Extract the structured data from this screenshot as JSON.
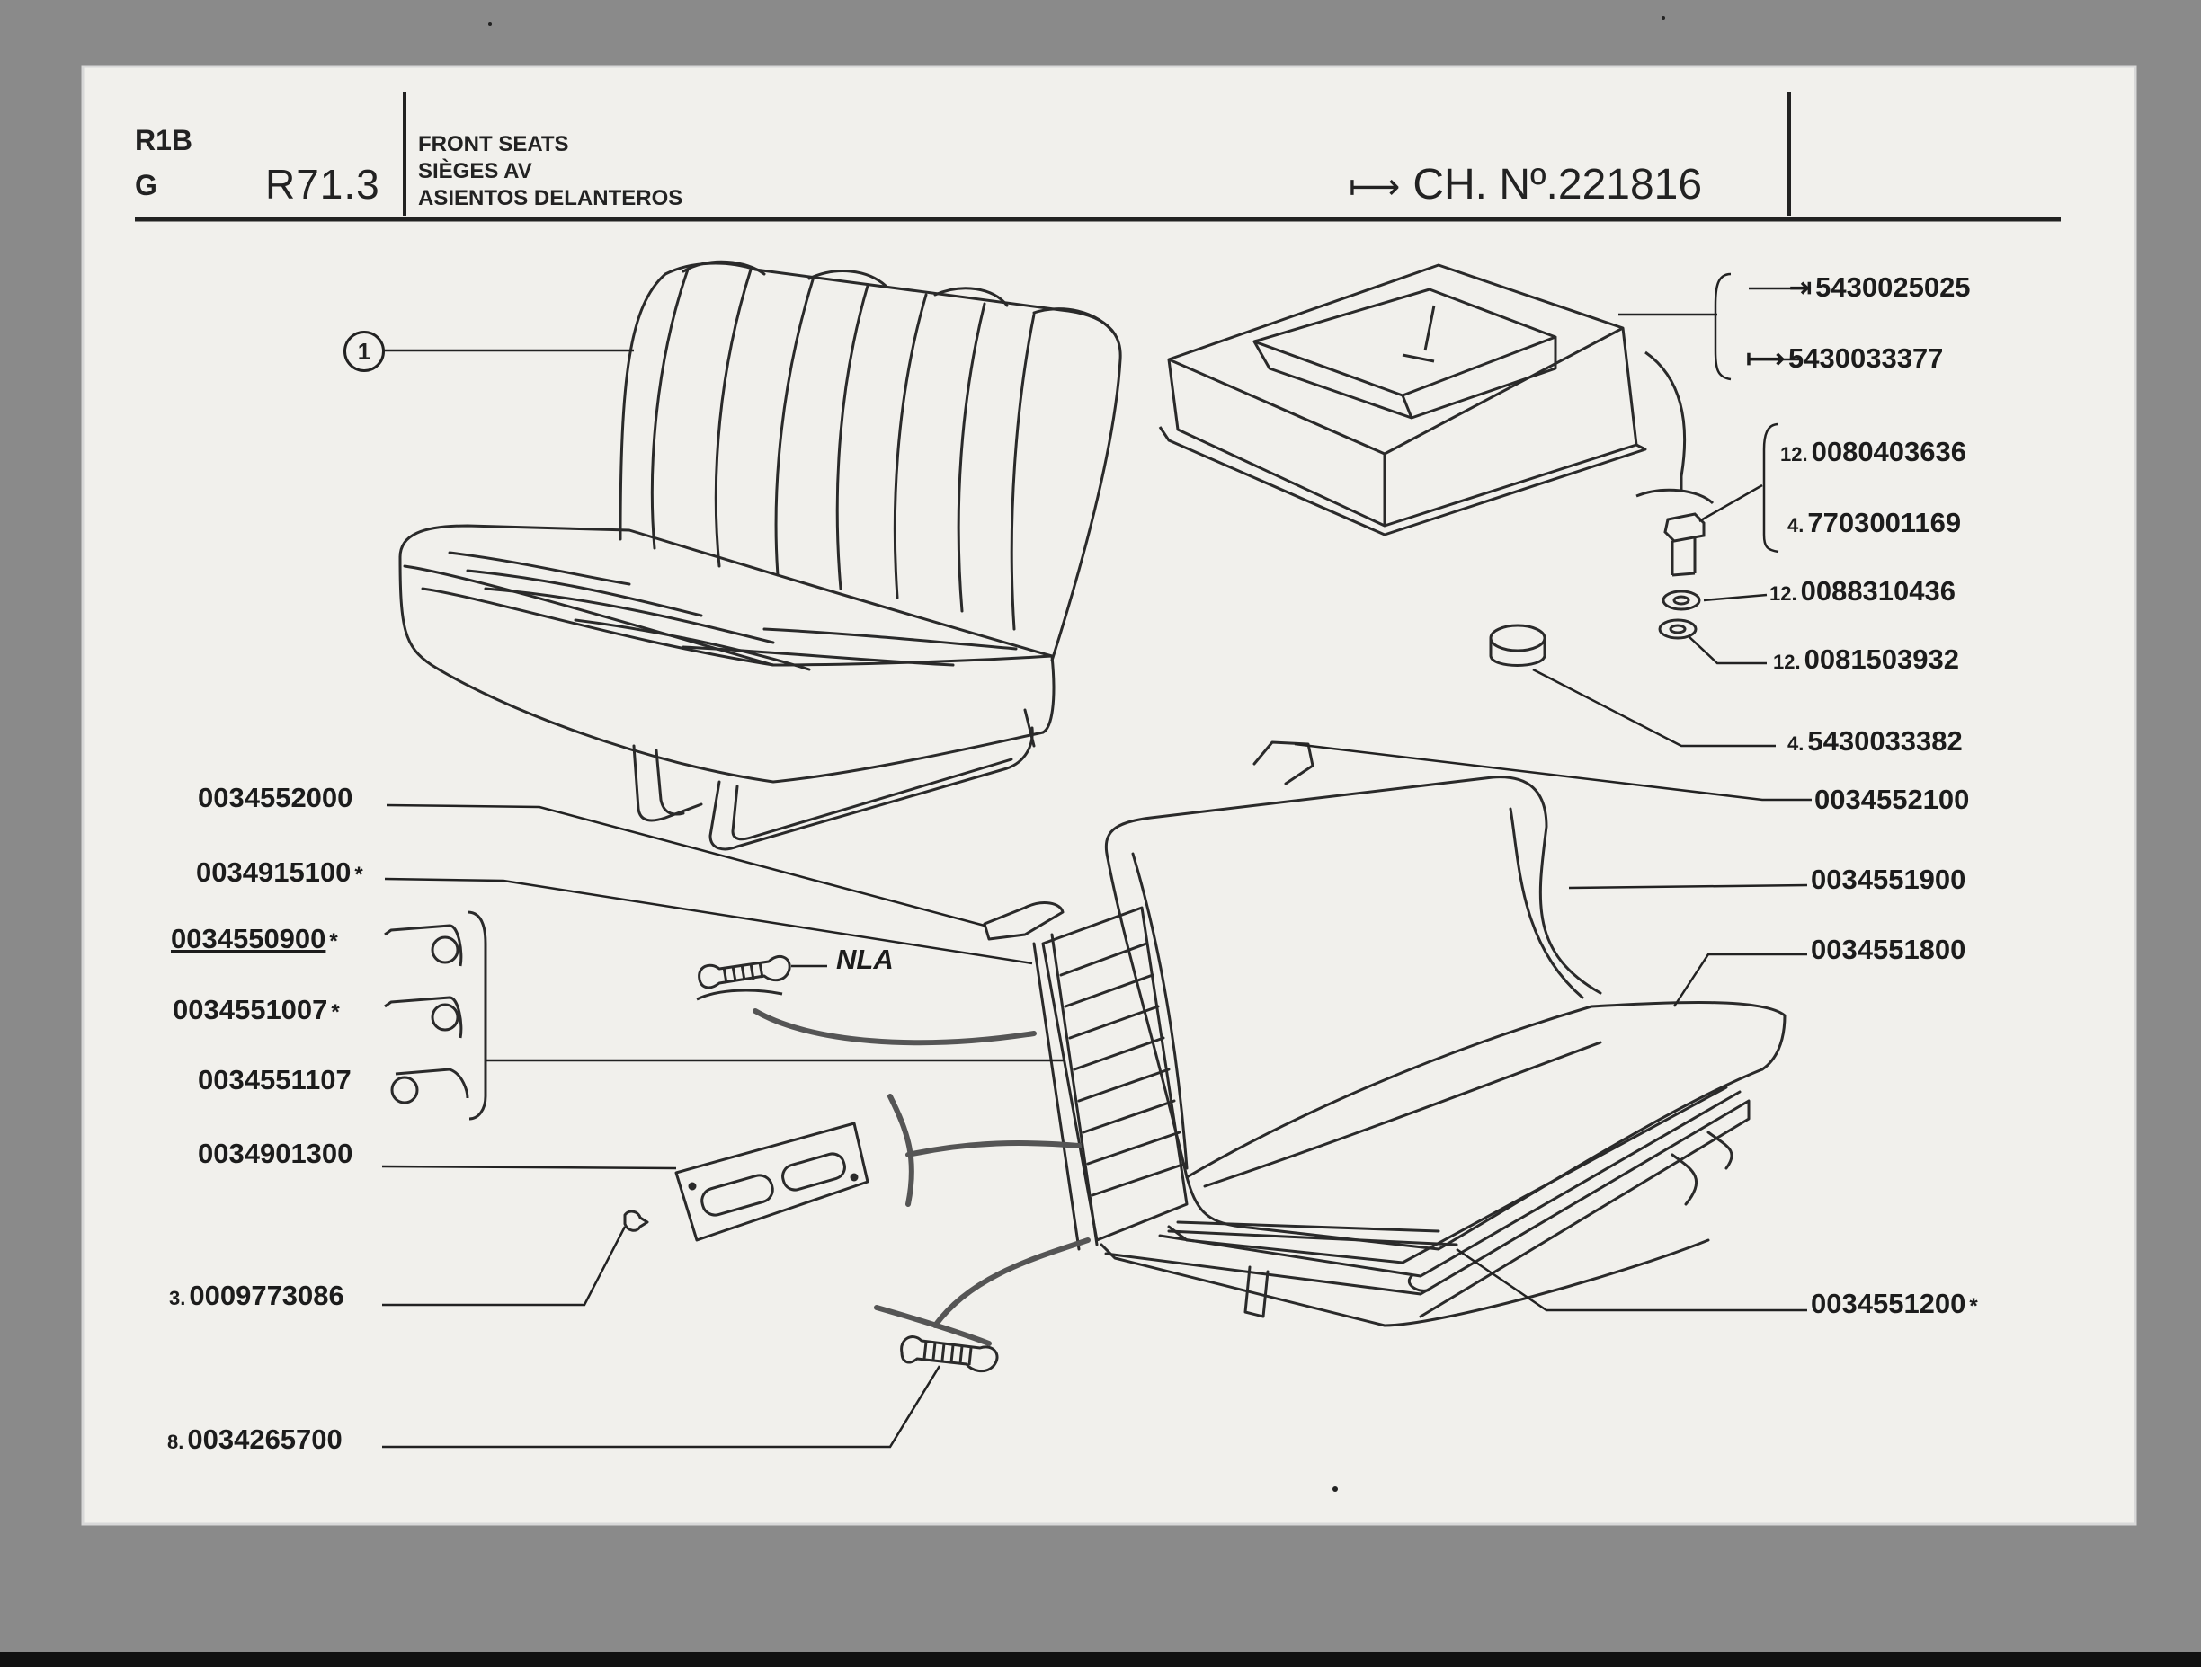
{
  "header": {
    "code_line1": "R1B",
    "code_line2": "G",
    "page_ref": "R71.3",
    "titles": [
      "FRONT SEATS",
      "SIÈGES AV",
      "ASIENTOS DELANTEROS"
    ],
    "chassis": {
      "arrow": "⟼",
      "text": "CH. Nº.221816"
    }
  },
  "callout": "1",
  "parts_left": [
    {
      "qty": "",
      "number": "0034552000",
      "mark": ""
    },
    {
      "qty": "",
      "number": "0034915100",
      "mark": "*"
    },
    {
      "qty": "",
      "number": "0034550900",
      "mark": "*"
    },
    {
      "qty": "",
      "number": "0034551007",
      "mark": "*"
    },
    {
      "qty": "",
      "number": "0034551107",
      "mark": ""
    },
    {
      "qty": "",
      "number": "0034901300",
      "mark": ""
    },
    {
      "qty": "3.",
      "number": "0009773086",
      "mark": ""
    },
    {
      "qty": "8.",
      "number": "0034265700",
      "mark": ""
    }
  ],
  "nla_note": "NLA",
  "parts_right": [
    {
      "qty": "",
      "arrow": "⇥",
      "number": "5430025025",
      "mark": ""
    },
    {
      "qty": "",
      "arrow": "⟼",
      "number": "5430033377",
      "mark": ""
    },
    {
      "qty": "12.",
      "arrow": "",
      "number": "0080403636",
      "mark": ""
    },
    {
      "qty": "4.",
      "arrow": "",
      "number": "7703001169",
      "mark": ""
    },
    {
      "qty": "12.",
      "arrow": "",
      "number": "0088310436",
      "mark": ""
    },
    {
      "qty": "12.",
      "arrow": "",
      "number": "0081503932",
      "mark": ""
    },
    {
      "qty": "4.",
      "arrow": "",
      "number": "5430033382",
      "mark": ""
    },
    {
      "qty": "",
      "arrow": "",
      "number": "0034552100",
      "mark": ""
    },
    {
      "qty": "",
      "arrow": "",
      "number": "0034551900",
      "mark": ""
    },
    {
      "qty": "",
      "arrow": "",
      "number": "0034551800",
      "mark": ""
    },
    {
      "qty": "",
      "arrow": "",
      "number": "0034551200",
      "mark": "*"
    }
  ]
}
